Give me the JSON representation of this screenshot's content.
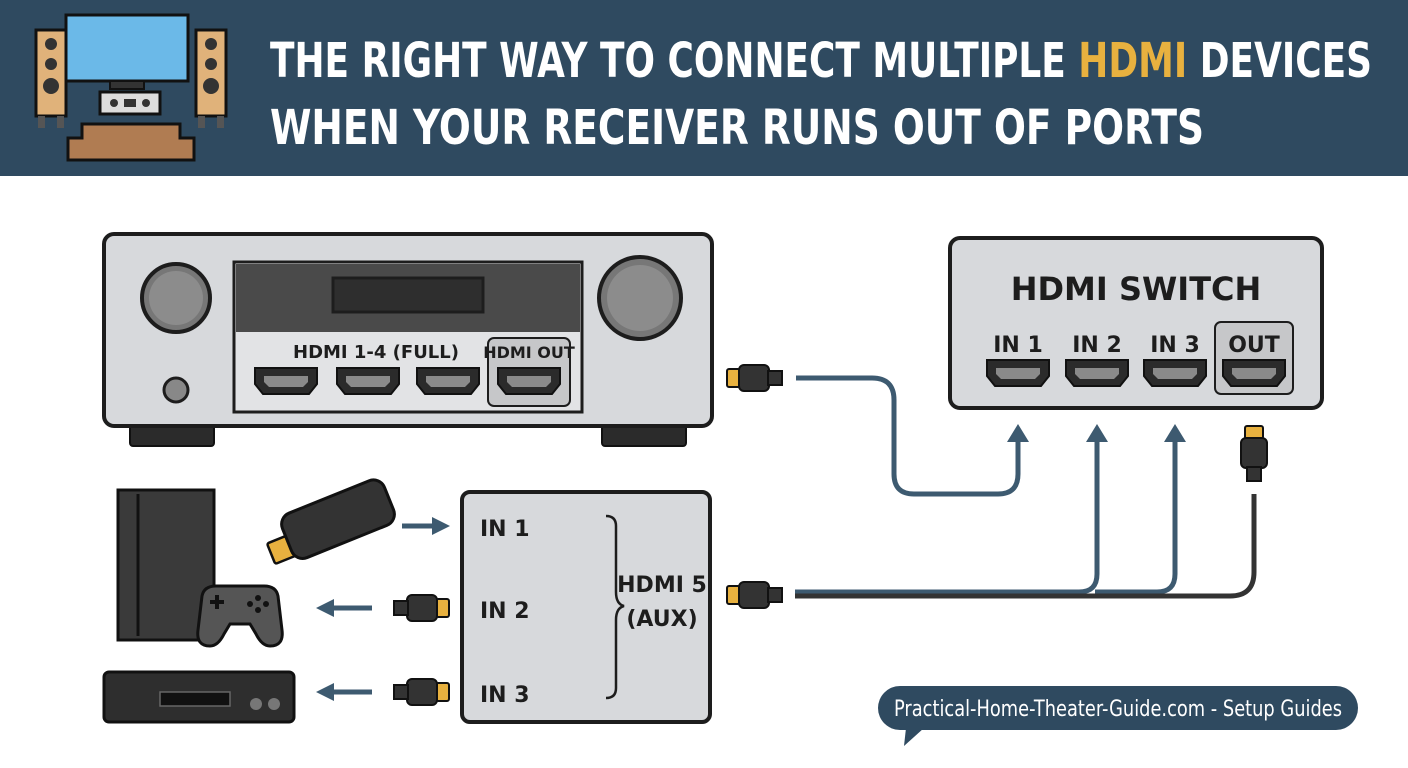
{
  "header": {
    "title_line1_prefix": "THE RIGHT WAY TO CONNECT MULTIPLE ",
    "title_line1_highlight": "HDMI",
    "title_line1_suffix": " DEVICES",
    "title_line2": "WHEN YOUR RECEIVER RUNS OUT OF PORTS",
    "highlight_color": "#e8b13f",
    "band_color": "#2f4a60"
  },
  "receiver": {
    "ports_label": "HDMI 1-4 (FULL)",
    "out_label": "HDMI OUT"
  },
  "hdmi_switch": {
    "title": "HDMI SWITCH",
    "in1": "IN 1",
    "in2": "IN 2",
    "in3": "IN 3",
    "out": "OUT"
  },
  "aux_input": {
    "in1": "IN 1",
    "in2": "IN 2",
    "in3": "IN 3",
    "port_line1": "HDMI 5",
    "port_line2": "(AUX)"
  },
  "footer": {
    "source": "Practical-Home-Theater-Guide.com - Setup Guides"
  },
  "icons": [
    "home-theater-icon",
    "streaming-stick-icon",
    "game-console-icon",
    "gamepad-icon",
    "blu-ray-player-icon",
    "hdmi-plug-icon",
    "arrow-icon"
  ],
  "colors": {
    "cable": "#3d5a70",
    "device_fill": "#d7d9dc",
    "dark": "#1d1d1d",
    "plug_tip": "#e8b13f"
  }
}
